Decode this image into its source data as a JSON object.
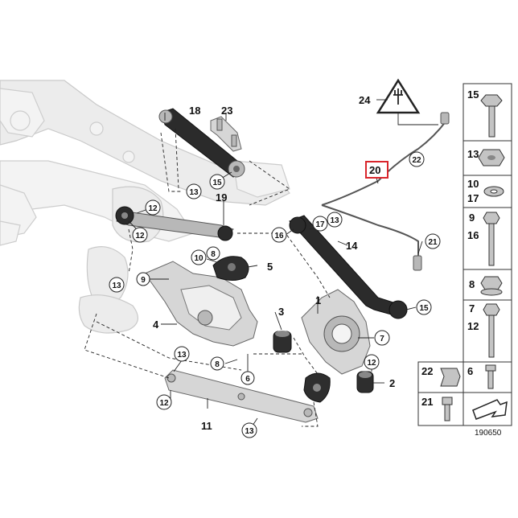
{
  "diagram_id": "190650",
  "callouts": {
    "c1": "1",
    "c2": "2",
    "c3": "3",
    "c4": "4",
    "c5": "5",
    "c6": "6",
    "c7": "7",
    "c8a": "8",
    "c8b": "8",
    "c9": "9",
    "c10": "10",
    "c11": "11",
    "c12a": "12",
    "c12b": "12",
    "c12c": "12",
    "c12d": "12",
    "c13a": "13",
    "c13b": "13",
    "c13c": "13",
    "c13d": "13",
    "c13e": "13",
    "c14": "14",
    "c15a": "15",
    "c15b": "15",
    "c16": "16",
    "c17": "17",
    "c18": "18",
    "c19": "19",
    "c20": "20",
    "c21": "21",
    "c22": "22",
    "c23": "23",
    "c24": "24"
  },
  "side_panel": {
    "rows": [
      {
        "label": "15"
      },
      {
        "label": "13"
      },
      {
        "label_top": "10",
        "label_bottom": "17"
      },
      {
        "label_top": "9",
        "label_bottom": "16"
      },
      {
        "label": "8"
      },
      {
        "label_top": "7",
        "label_bottom": "12"
      }
    ],
    "bottom_left_top": "22",
    "bottom_right_top": "6",
    "bottom_left_bottom": "21"
  },
  "colors": {
    "highlight_box": "#d9262c",
    "arm": "#2b2b2b",
    "ghost_frame": "#ececec"
  }
}
